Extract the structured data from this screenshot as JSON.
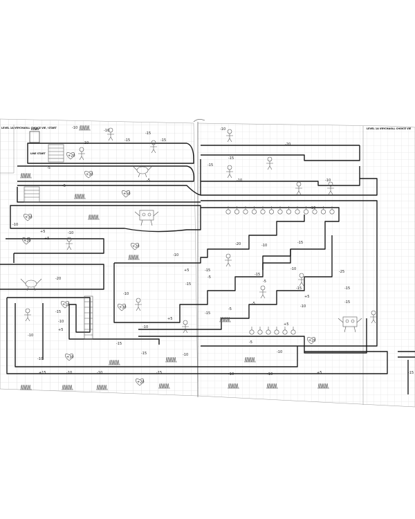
{
  "sheet": {
    "header_left": "LEVEL 1A  VRYCHAOLL CHOICE VIE  / START",
    "header_right": "LEVEL 1A  VRYCHAOLL CHOICE VIE",
    "start_label": "START",
    "spawn_label": "LINE START"
  },
  "hearts": [
    "+20",
    "+30",
    "+50",
    "+30",
    "+20",
    "+20",
    "+30",
    "+10",
    "+30",
    "+20",
    "+20"
  ],
  "point_labels": [
    "-10",
    "-10",
    "-15",
    "-5",
    "-5",
    "-10",
    "-15",
    "-15",
    "-10",
    "-15",
    "-20",
    "-10",
    "-15",
    "-10",
    "-5",
    "-10",
    "+5",
    "+5",
    "-10",
    "-20",
    "-10",
    "-15",
    "-10",
    "-15",
    "-10",
    "+5",
    "-5",
    "-15",
    "-10",
    "-25",
    "-15",
    "-5",
    "-15",
    "+5",
    "-15",
    "-15",
    "-15",
    "-10",
    "+5",
    "-10",
    "-10",
    "+5",
    "-15",
    "-5",
    "-5",
    "+5",
    "-10",
    "-15",
    "-15",
    "-10",
    "-5",
    "-10",
    "-10",
    "+15",
    "-10",
    "-10",
    "-15",
    "-10",
    "-10",
    "+5",
    "-15",
    "-20",
    "-10"
  ],
  "icons": [
    "monster-icon",
    "goblin-icon",
    "skeleton-icon",
    "robot-boss-icon",
    "grass-trap-icon",
    "ring-icon",
    "ladder-icon",
    "heart-icon"
  ]
}
